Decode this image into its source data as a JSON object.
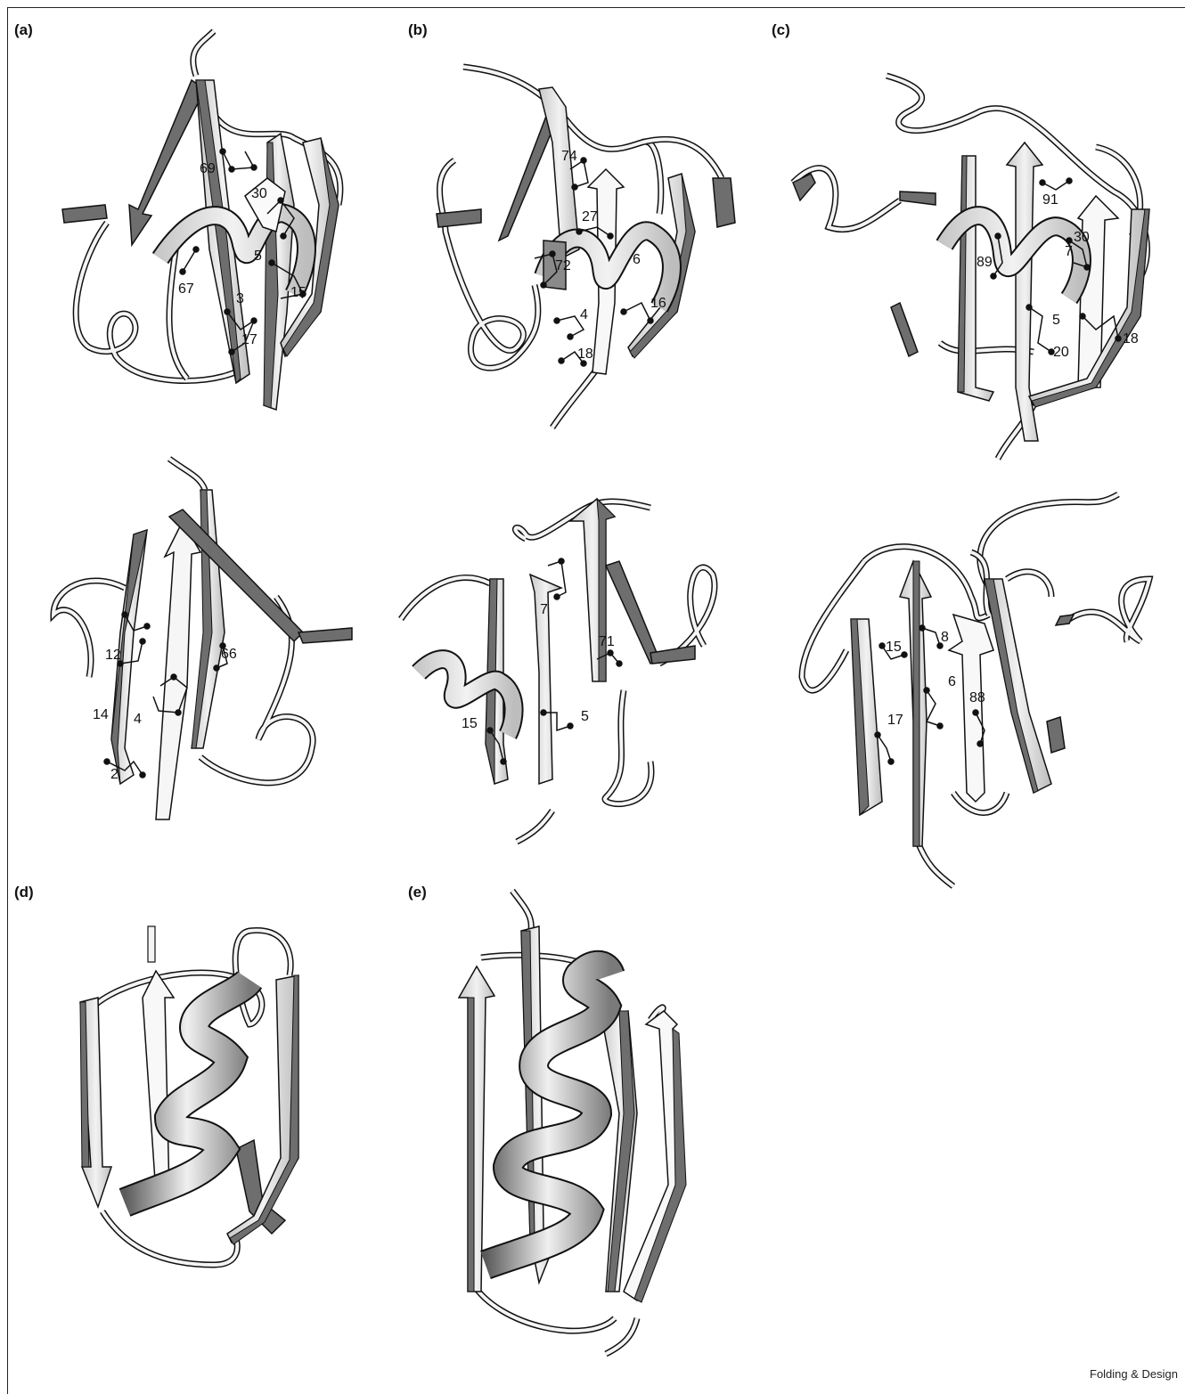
{
  "colors": {
    "strand_dark": "#6e6e6e",
    "strand_light": "#e6e6e6",
    "coil": "#f4f4f4",
    "outline": "#111111",
    "atom": "#111111"
  },
  "panels": {
    "a": {
      "label": "(a)",
      "top_residues": [
        "69",
        "30",
        "5",
        "67",
        "3",
        "15",
        "17"
      ],
      "bottom_residues": [
        "12",
        "66",
        "14",
        "4",
        "2"
      ]
    },
    "b": {
      "label": "(b)",
      "top_residues": [
        "74",
        "27",
        "72",
        "6",
        "4",
        "16",
        "18"
      ],
      "bottom_residues": [
        "7",
        "71",
        "15",
        "5"
      ]
    },
    "c": {
      "label": "(c)",
      "top_residues": [
        "91",
        "30",
        "7",
        "89",
        "5",
        "20",
        "18"
      ],
      "bottom_residues": [
        "15",
        "8",
        "6",
        "88",
        "17"
      ]
    },
    "d": {
      "label": "(d)"
    },
    "e": {
      "label": "(e)"
    }
  },
  "credit": "Folding & Design"
}
